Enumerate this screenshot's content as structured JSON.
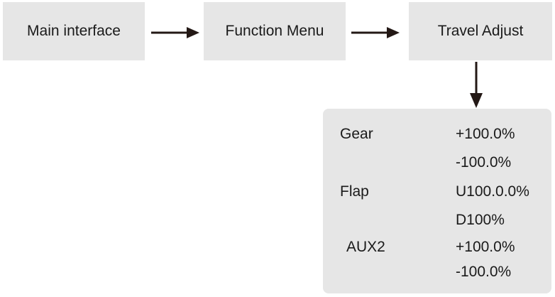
{
  "flow": {
    "step1": "Main interface",
    "step2": "Function Menu",
    "step3": "Travel Adjust"
  },
  "settings": [
    {
      "label": "Gear",
      "values": [
        "+100.0%",
        "-100.0%"
      ]
    },
    {
      "label": "Flap",
      "values": [
        "U100.0.0%",
        "D100%"
      ]
    },
    {
      "label": "AUX2",
      "values": [
        "+100.0%",
        "-100.0%"
      ]
    }
  ],
  "colors": {
    "box": "#e6e6e6",
    "arrow": "#231815",
    "text": "#1a1a1a"
  }
}
